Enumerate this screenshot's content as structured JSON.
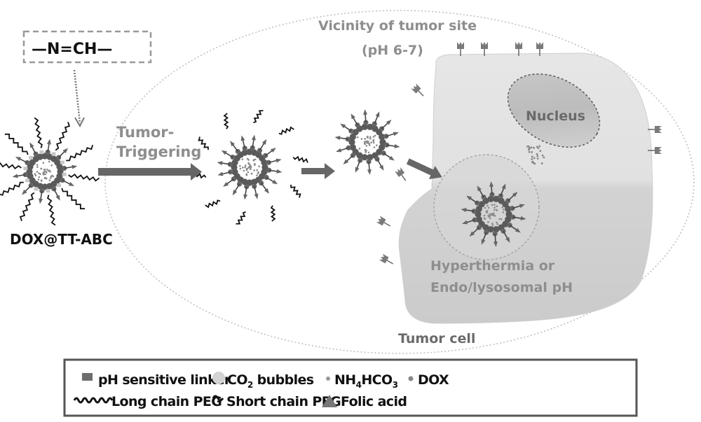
{
  "linkage_box": {
    "label": "—N=CH—"
  },
  "nanoparticle_label": "DOX@TT-ABC",
  "trigger_label": {
    "line1": "Tumor-",
    "line2": "Triggering"
  },
  "vicinity_label": {
    "line1": "Vicinity of tumor site",
    "line2": "(pH  6-7)"
  },
  "nucleus_label": "Nucleus",
  "release_label": {
    "line1": "Hyperthermia or",
    "line2": "Endo/lysosomal pH"
  },
  "cell_label": "Tumor cell",
  "colors": {
    "particle_dark": "#5a5a5a",
    "linker": "#6e6e6e",
    "bubble": "#d0d0d0",
    "cell_fill_light": "#e3e3e3",
    "cell_fill_dark": "#cfcfcf",
    "text_gray": "#8e8e8e",
    "arrow": "#6a6a6a"
  },
  "legend": {
    "row1": [
      {
        "icon": "linker-square-icon",
        "label": "pH sensitive linker"
      },
      {
        "icon": "co2-bubble-icon",
        "label_main": "CO",
        "label_sub": "2",
        "label_rest": " bubbles"
      },
      {
        "icon": "nh4hco3-dot-icon",
        "label_a": "NH",
        "sub_a": "4",
        "label_b": "HCO",
        "sub_b": "3"
      },
      {
        "icon": "dox-dot-icon",
        "label": "DOX"
      }
    ],
    "row2": [
      {
        "icon": "long-peg-icon",
        "label": "Long chain PEG"
      },
      {
        "icon": "short-peg-icon",
        "label": "Short chain PEG"
      },
      {
        "icon": "folic-acid-triangle-icon",
        "label": "Folic acid"
      }
    ]
  }
}
